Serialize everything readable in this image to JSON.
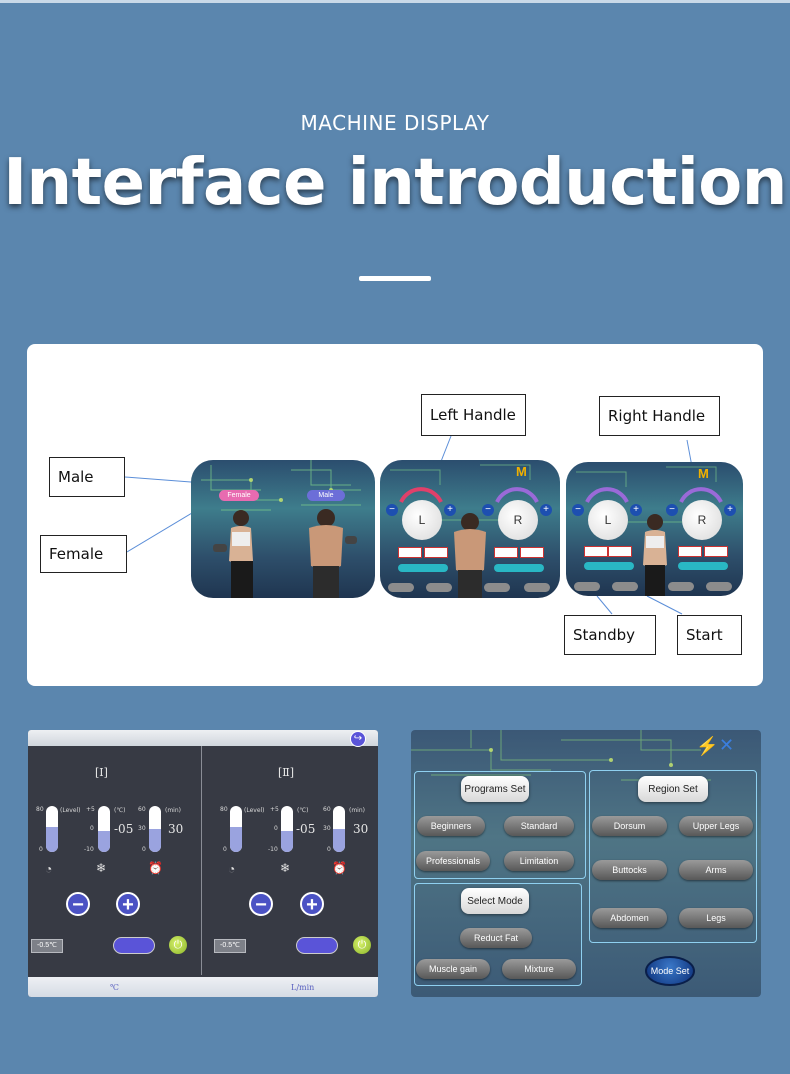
{
  "header": {
    "subtitle": "MACHINE DISPLAY",
    "title": "Interface introduction"
  },
  "callouts": {
    "male": "Male",
    "female": "Female",
    "left_handle": "Left Handle",
    "right_handle": "Right Handle",
    "standby": "Standby",
    "start": "Start"
  },
  "screens": {
    "gender_female": "Female",
    "gender_male": "Male",
    "knob_left": "L",
    "knob_right": "R",
    "logo_letter": "M"
  },
  "control_panel": {
    "channel_1": "[Ⅰ]",
    "channel_2": "[Ⅱ]",
    "level_label": "(Level)",
    "temp_label": "(℃)",
    "min_label": "(min)",
    "level_ticks": [
      "80",
      "0"
    ],
    "temp_ticks": [
      "+5",
      "0",
      "-10"
    ],
    "min_ticks": [
      "60",
      "30",
      "0"
    ],
    "temp_value": "-05",
    "min_value": "30",
    "level_fill": 0.45,
    "temp_fill": 0.55,
    "min_fill": 0.5,
    "temp_reading": "-0.5℃",
    "footer_left": "℃",
    "footer_right": "L/min",
    "colors": {
      "accent": "#4b52c4",
      "power": "#8ab52a"
    }
  },
  "program_panel": {
    "programs_set": "Programs Set",
    "beginners": "Beginners",
    "standard": "Standard",
    "professionals": "Professionals",
    "limitation": "Limitation",
    "select_mode": "Select Mode",
    "reduct_fat": "Reduct Fat",
    "muscle_gain": "Muscle gain",
    "mixture": "Mixture",
    "region_set": "Region Set",
    "dorsum": "Dorsum",
    "upper_legs": "Upper Legs",
    "buttocks": "Buttocks",
    "arms": "Arms",
    "abdomen": "Abdomen",
    "legs": "Legs",
    "mode_set": "Mode Set"
  }
}
